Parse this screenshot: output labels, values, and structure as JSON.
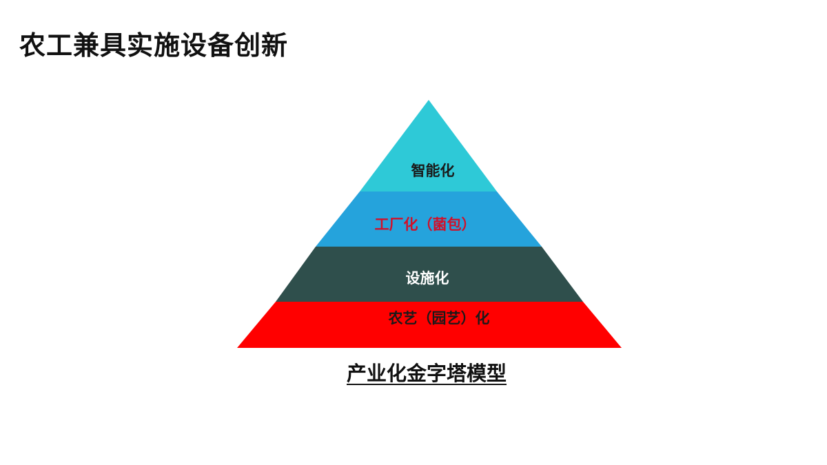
{
  "slide": {
    "title": "农工兼具实施设备创新",
    "caption": "产业化金字塔模型"
  },
  "pyramid": {
    "tiers": [
      {
        "label": "智能化",
        "fill_color": "#2ec9d7",
        "text_color": "#1a1a1a"
      },
      {
        "label": "工厂化（菌包）",
        "fill_color": "#25a3dc",
        "text_color": "#d0102a"
      },
      {
        "label": "设施化",
        "fill_color": "#2f4f4c",
        "text_color": "#ffffff"
      },
      {
        "label": "农艺（园艺）化",
        "fill_color": "#ff0000",
        "text_color": "#1a1a1a"
      }
    ]
  }
}
